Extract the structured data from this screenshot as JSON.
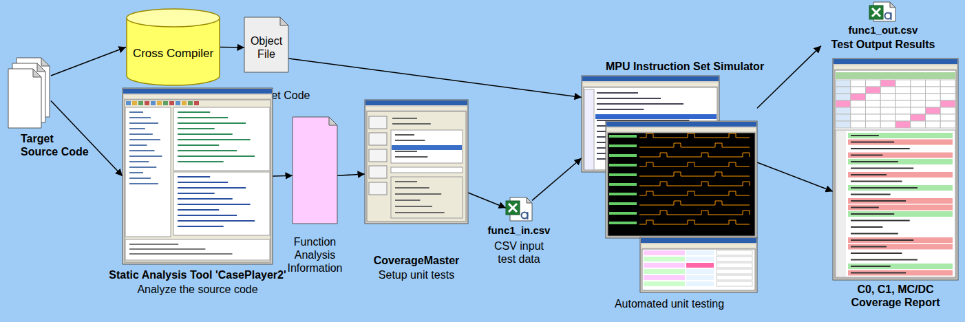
{
  "diagram": {
    "nodes": [
      {
        "text": [
          "Target Source Code"
        ]
      },
      {
        "text": [
          "Cross Compiler"
        ]
      },
      {
        "text": [
          "Object File",
          "MPU Target Code"
        ]
      },
      {
        "text": [
          "Static Analysis Tool 'CasePlayer2'",
          "Analyze the source code"
        ]
      },
      {
        "text": [
          "Function Analysis Information"
        ]
      },
      {
        "text": [
          "CoverageMaster",
          "Setup unit tests"
        ]
      },
      {
        "text": [
          "func1_in.csv",
          "CSV input test data"
        ]
      },
      {
        "text": [
          "MPU Instruction Set Simulator",
          "Automated unit testing"
        ]
      },
      {
        "text": [
          "func1_out.csv",
          "Test Output Results"
        ]
      },
      {
        "text": [
          "C0, C1, MC/DC Coverage Report"
        ]
      }
    ],
    "edges": [
      {
        "from": 0,
        "to": 1,
        "arrow": "to"
      },
      {
        "from": 1,
        "to": 2,
        "arrow": "to"
      },
      {
        "from": 2,
        "to": 7,
        "arrow": "to"
      },
      {
        "from": 0,
        "to": 3,
        "arrow": "to"
      },
      {
        "from": 3,
        "to": 4,
        "arrow": "to"
      },
      {
        "from": 4,
        "to": 5,
        "arrow": "to"
      },
      {
        "from": 5,
        "to": 6,
        "arrow": "to"
      },
      {
        "from": 6,
        "to": 7,
        "arrow": "to"
      },
      {
        "from": 7,
        "to": 8,
        "arrow": "to"
      },
      {
        "from": 7,
        "to": 9,
        "arrow": "to"
      }
    ]
  }
}
